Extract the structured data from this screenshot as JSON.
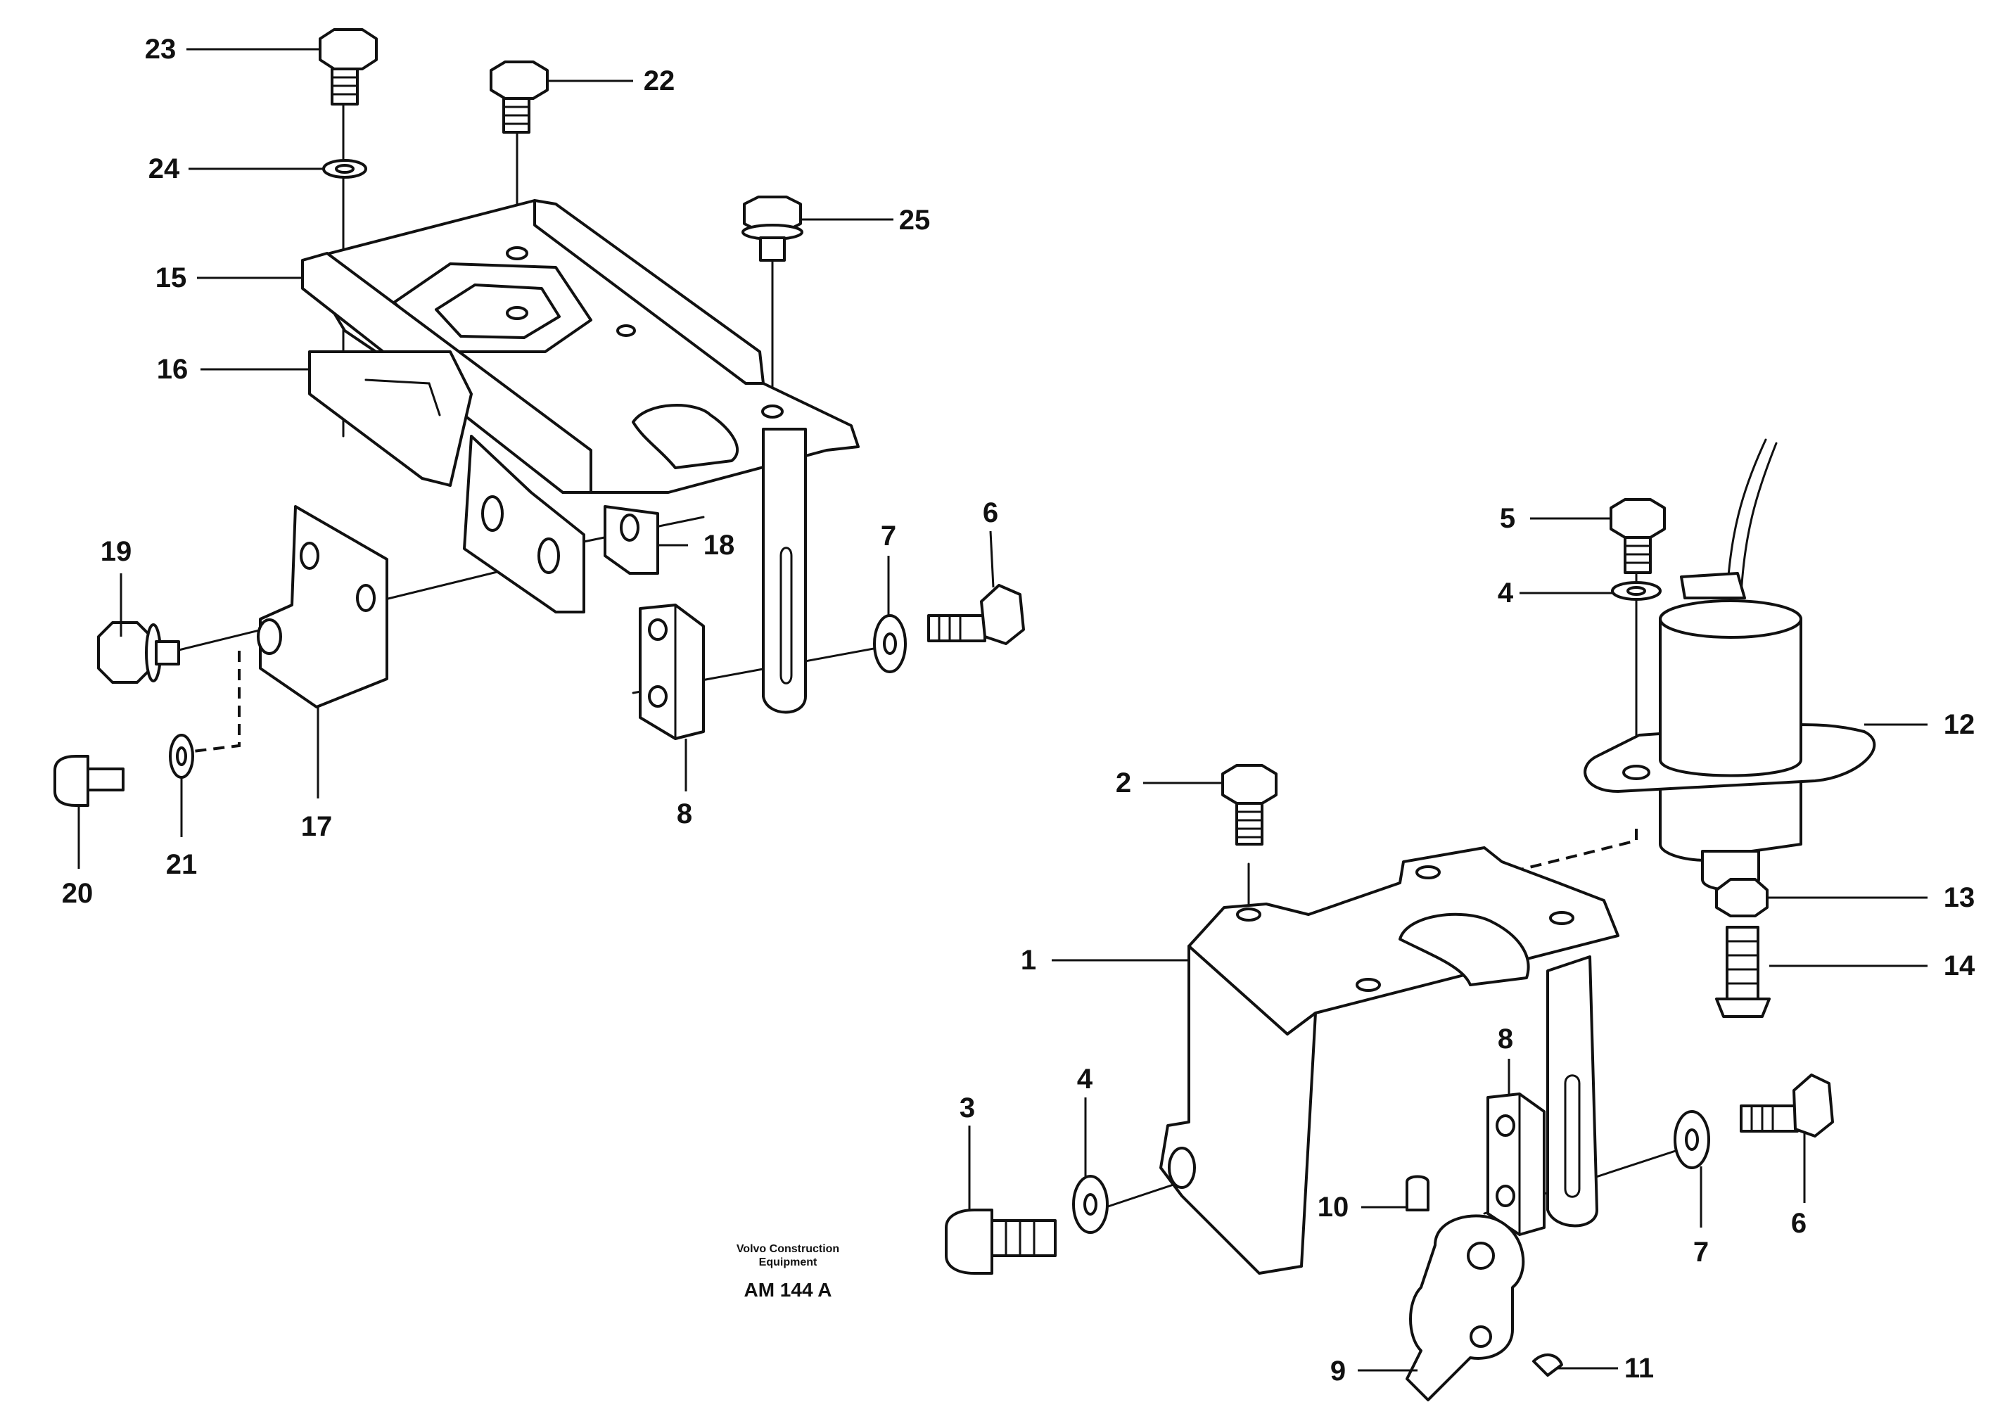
{
  "publisher_lines": [
    "Volvo Construction",
    "Equipment"
  ],
  "drawing_code": "AM 144 A",
  "callouts": {
    "upper": [
      "23",
      "22",
      "24",
      "25",
      "15",
      "16",
      "18",
      "19",
      "7",
      "6",
      "17",
      "8",
      "20",
      "21"
    ],
    "lower": [
      "5",
      "4",
      "12",
      "2",
      "13",
      "1",
      "14",
      "8",
      "3",
      "4",
      "10",
      "7",
      "6",
      "9",
      "11"
    ]
  }
}
